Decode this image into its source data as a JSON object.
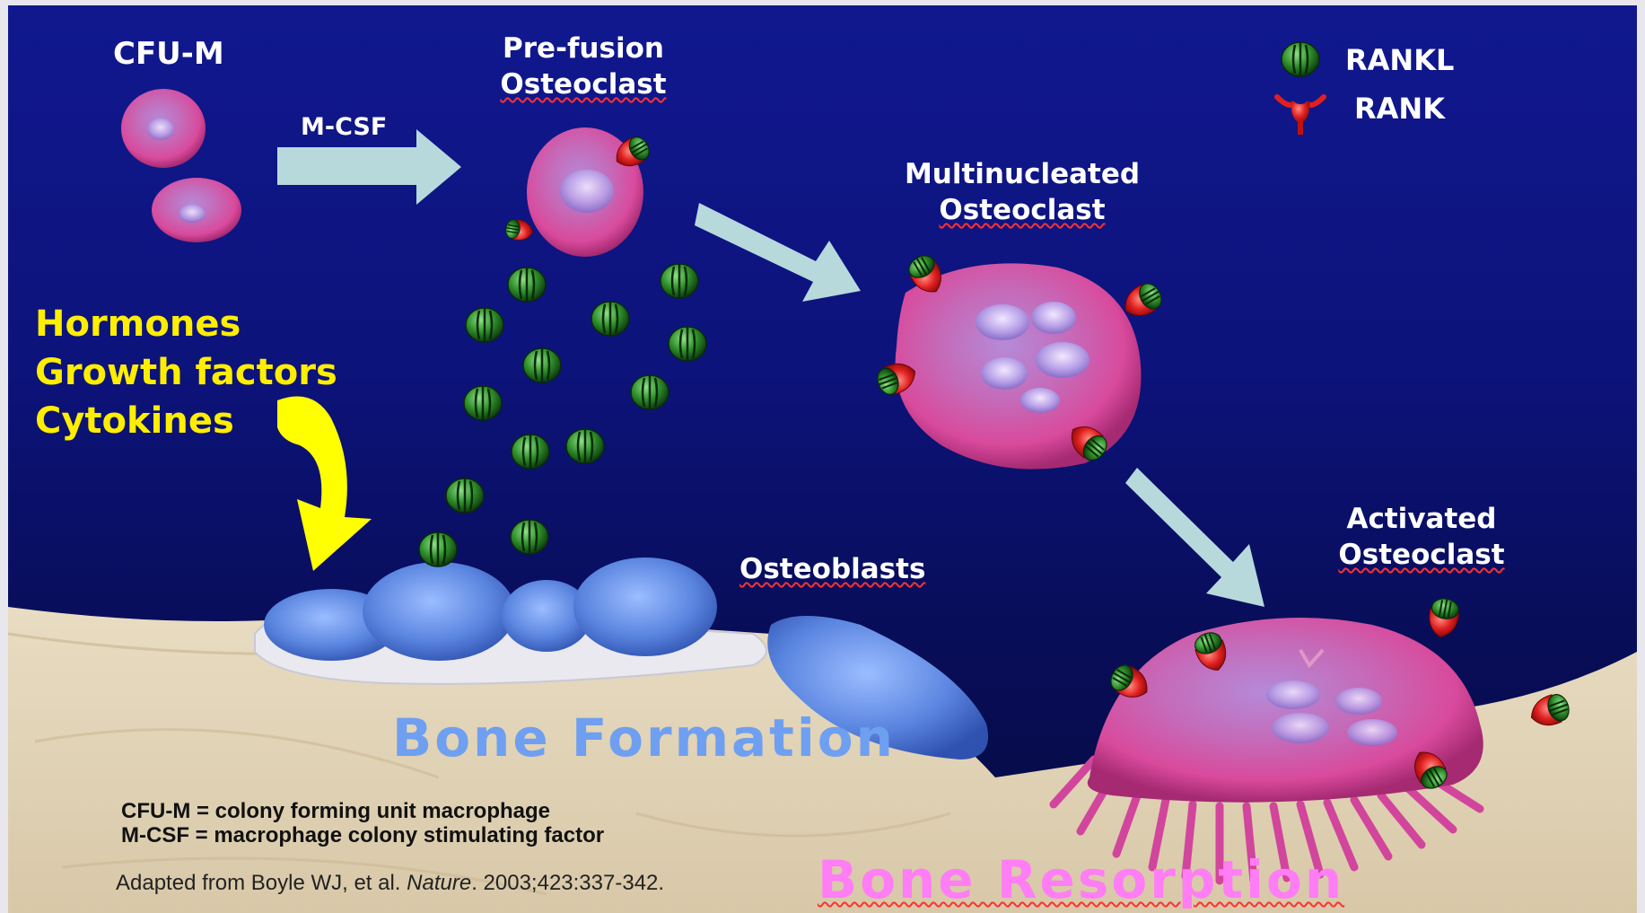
{
  "labels": {
    "cfu_m": "CFU-M",
    "m_csf": "M-CSF",
    "prefusion_line1": "Pre-fusion",
    "prefusion_line2": "Osteoclast",
    "multinucleated_line1": "Multinucleated",
    "multinucleated_line2": "Osteoclast",
    "activated_line1": "Activated",
    "activated_line2": "Osteoclast",
    "osteoblasts": "Osteoblasts",
    "bone_formation": "Bone Formation",
    "bone_resorption": "Bone Resorption"
  },
  "legend": {
    "rankl": "RANKL",
    "rank": "RANK"
  },
  "factors": [
    "Hormones",
    "Growth factors",
    "Cytokines"
  ],
  "abbreviations": [
    "CFU-M = colony forming unit macrophage",
    "M-CSF = macrophage colony stimulating factor"
  ],
  "citation": {
    "prefix": "Adapted from Boyle WJ, et  al.",
    "journal": "Nature",
    "suffix": ". 2003;423:337-342."
  },
  "colors": {
    "background": "#0c137a",
    "factor_text": "#ffee00",
    "formation_text": "#6f9ff0",
    "resorption_text": "#ff7df5",
    "rankl_green": "#1f7a22",
    "rank_red": "#d81818",
    "osteoclast_pink": "#d2459c",
    "osteoblast_blue": "#5b86e0",
    "arrow_light": "#b7d9dc",
    "arrow_yellow": "#ffff00"
  }
}
